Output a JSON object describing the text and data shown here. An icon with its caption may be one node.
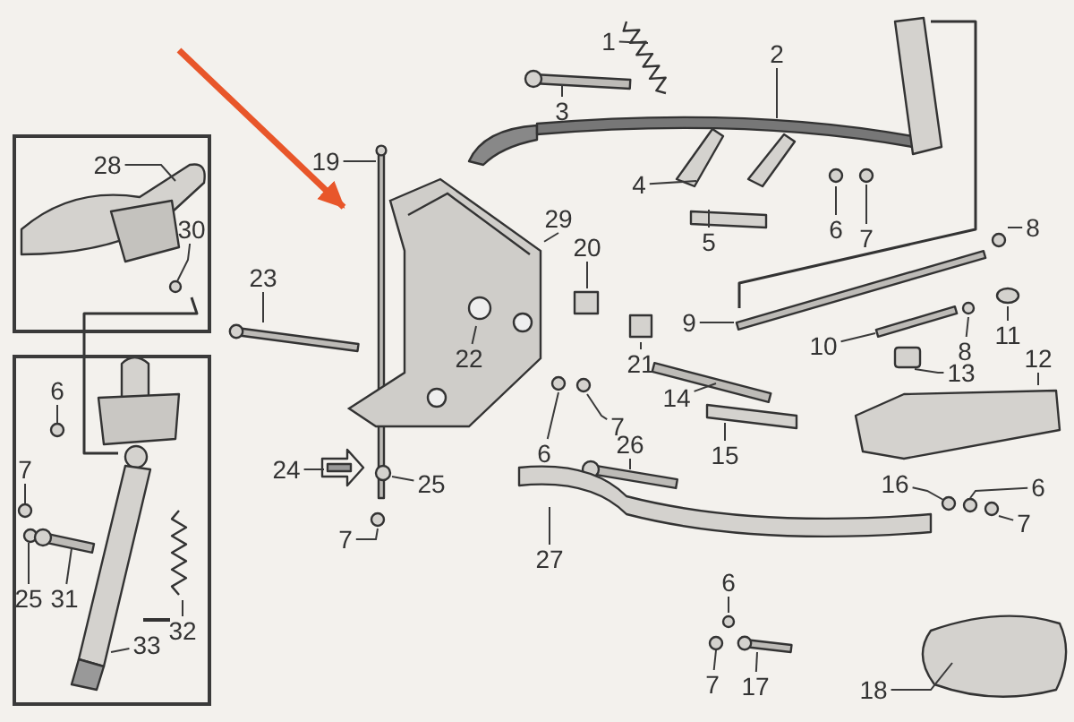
{
  "diagram": {
    "nodes": [
      {
        "text": [],
        "shape": "box"
      },
      {
        "text": [
          "28"
        ],
        "in": 0
      },
      {
        "text": [
          "30"
        ],
        "in": 0
      },
      {
        "text": [],
        "shape": "box"
      },
      {
        "text": [
          "6"
        ],
        "in": 3
      },
      {
        "text": [
          "7"
        ],
        "in": 3
      },
      {
        "text": [
          "25"
        ],
        "in": 3
      },
      {
        "text": [
          "31"
        ],
        "in": 3
      },
      {
        "text": [
          "32"
        ],
        "in": 3
      },
      {
        "text": [
          "33"
        ],
        "in": 3
      },
      {
        "text": [
          "1"
        ]
      },
      {
        "text": [
          "2"
        ]
      },
      {
        "text": [
          "3"
        ]
      },
      {
        "text": [
          "4"
        ]
      },
      {
        "text": [
          "5"
        ]
      },
      {
        "text": [
          "6"
        ]
      },
      {
        "text": [
          "7"
        ]
      },
      {
        "text": [
          "8"
        ]
      },
      {
        "text": [
          "19"
        ]
      },
      {
        "text": [
          "29"
        ]
      },
      {
        "text": [
          "20"
        ]
      },
      {
        "text": [
          "9"
        ]
      },
      {
        "text": [
          "23"
        ]
      },
      {
        "text": [],
        "shape": "picture"
      },
      {
        "text": [
          "22"
        ],
        "in": 23
      },
      {
        "text": [
          "10"
        ]
      },
      {
        "text": [
          "8"
        ]
      },
      {
        "text": [
          "11"
        ]
      },
      {
        "text": [
          "12"
        ]
      },
      {
        "text": [
          "21"
        ]
      },
      {
        "text": [
          "13"
        ]
      },
      {
        "text": [
          "14"
        ]
      },
      {
        "text": [
          "7"
        ]
      },
      {
        "text": [
          "6"
        ]
      },
      {
        "text": [
          "26"
        ]
      },
      {
        "text": [
          "24"
        ]
      },
      {
        "text": [
          "25"
        ]
      },
      {
        "text": [
          "15"
        ]
      },
      {
        "text": [
          "16"
        ]
      },
      {
        "text": [
          "6"
        ]
      },
      {
        "text": [
          "7"
        ]
      },
      {
        "text": [
          "7"
        ]
      },
      {
        "text": [
          "27"
        ]
      },
      {
        "text": [
          "6"
        ]
      },
      {
        "text": [
          "7"
        ]
      },
      {
        "text": [
          "17"
        ]
      },
      {
        "text": [
          "18"
        ]
      }
    ],
    "edges": [
      {
        "from": 1,
        "to": null,
        "arrow": "none"
      },
      {
        "from": 2,
        "to": null,
        "arrow": "none"
      },
      {
        "from": 4,
        "to": null,
        "arrow": "none"
      },
      {
        "from": 5,
        "to": null,
        "arrow": "none"
      },
      {
        "from": 6,
        "to": null,
        "arrow": "none"
      },
      {
        "from": 7,
        "to": null,
        "arrow": "none"
      },
      {
        "from": 8,
        "to": null,
        "arrow": "none"
      },
      {
        "from": 9,
        "to": null,
        "arrow": "none"
      },
      {
        "from": 10,
        "to": null,
        "arrow": "none"
      },
      {
        "from": 11,
        "to": null,
        "arrow": "none"
      },
      {
        "from": 12,
        "to": null,
        "arrow": "none"
      },
      {
        "from": 13,
        "to": null,
        "arrow": "none"
      },
      {
        "from": 14,
        "to": null,
        "arrow": "none"
      },
      {
        "from": 15,
        "to": null,
        "arrow": "none"
      },
      {
        "from": 16,
        "to": null,
        "arrow": "none"
      },
      {
        "from": 17,
        "to": null,
        "arrow": "none"
      },
      {
        "from": 18,
        "to": null,
        "arrow": "none"
      },
      {
        "from": 19,
        "to": 23,
        "arrow": "none"
      },
      {
        "from": 20,
        "to": null,
        "arrow": "none"
      },
      {
        "from": 21,
        "to": null,
        "arrow": "none"
      },
      {
        "from": 22,
        "to": null,
        "arrow": "none"
      },
      {
        "from": 24,
        "to": 23,
        "arrow": "none"
      },
      {
        "from": 25,
        "to": null,
        "arrow": "none"
      },
      {
        "from": 26,
        "to": null,
        "arrow": "none"
      },
      {
        "from": 27,
        "to": null,
        "arrow": "none"
      },
      {
        "from": 28,
        "to": null,
        "arrow": "none"
      },
      {
        "from": 29,
        "to": null,
        "arrow": "none"
      },
      {
        "from": 30,
        "to": null,
        "arrow": "none"
      },
      {
        "from": 31,
        "to": null,
        "arrow": "none"
      },
      {
        "from": 32,
        "to": null,
        "arrow": "none"
      },
      {
        "from": 33,
        "to": null,
        "arrow": "none"
      },
      {
        "from": 34,
        "to": null,
        "arrow": "none"
      },
      {
        "from": 35,
        "to": null,
        "arrow": "none"
      },
      {
        "from": 36,
        "to": null,
        "arrow": "none"
      },
      {
        "from": 37,
        "to": null,
        "arrow": "none"
      },
      {
        "from": 38,
        "to": null,
        "arrow": "none"
      },
      {
        "from": 39,
        "to": null,
        "arrow": "none"
      },
      {
        "from": 40,
        "to": null,
        "arrow": "none"
      },
      {
        "from": 41,
        "to": null,
        "arrow": "none"
      },
      {
        "from": 42,
        "to": null,
        "arrow": "none"
      },
      {
        "from": 43,
        "to": null,
        "arrow": "none"
      },
      {
        "from": 44,
        "to": null,
        "arrow": "none"
      },
      {
        "from": 45,
        "to": null,
        "arrow": "none"
      },
      {
        "from": 46,
        "to": null,
        "arrow": "none"
      },
      {
        "from": null,
        "to": 23,
        "arrow": "to",
        "style": "thick",
        "color": "#e8562a"
      }
    ]
  }
}
